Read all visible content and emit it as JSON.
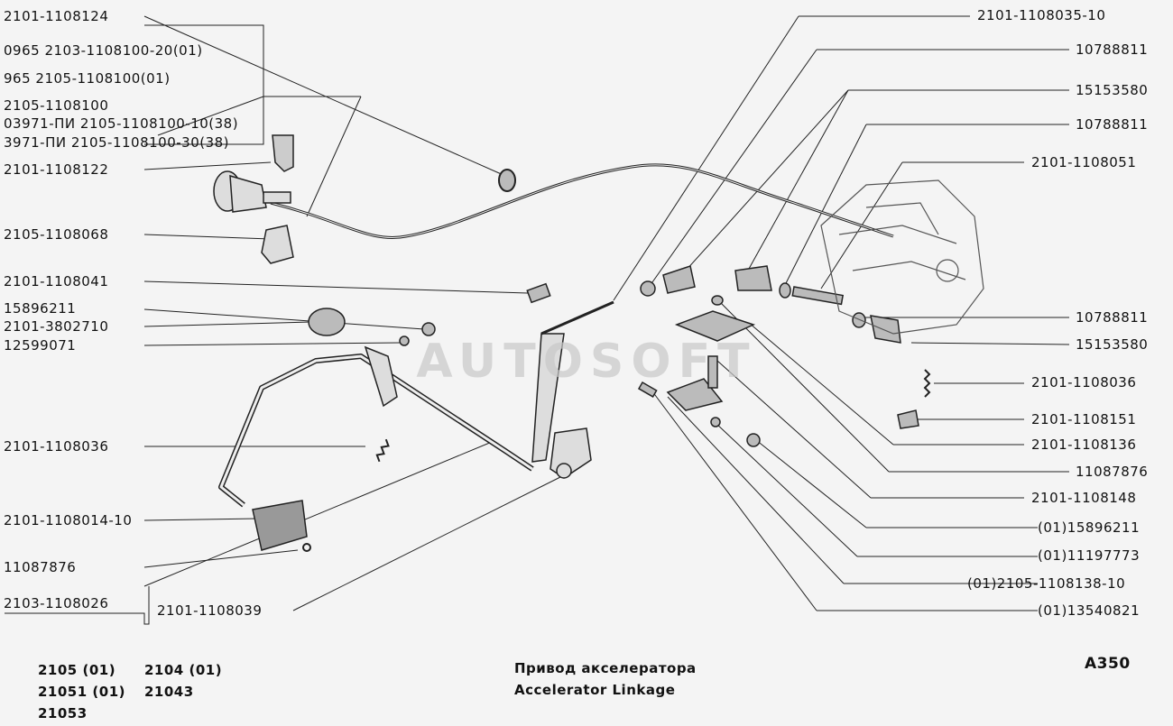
{
  "left_labels": [
    {
      "text": "2101-1108124"
    },
    {
      "text": "0965 2103-1108100-20(01)"
    },
    {
      "text": "965 2105-1108100(01)"
    },
    {
      "text": "2105-1108100"
    },
    {
      "text": "03971-ПИ 2105-1108100-10(38)"
    },
    {
      "text": "3971-ПИ 2105-1108100-30(38)"
    },
    {
      "text": "2101-1108122"
    },
    {
      "text": "2105-1108068"
    },
    {
      "text": "2101-1108041"
    },
    {
      "text": "15896211"
    },
    {
      "text": "2101-3802710"
    },
    {
      "text": "12599071"
    },
    {
      "text": "2101-1108036"
    },
    {
      "text": "2101-1108014-10"
    },
    {
      "text": "11087876"
    },
    {
      "text": "2103-1108026"
    },
    {
      "text": "2101-1108039"
    }
  ],
  "right_labels": [
    {
      "text": "2101-1108035-10"
    },
    {
      "text": "10788811"
    },
    {
      "text": "15153580"
    },
    {
      "text": "10788811"
    },
    {
      "text": "2101-1108051"
    },
    {
      "text": "10788811"
    },
    {
      "text": "15153580"
    },
    {
      "text": "2101-1108036"
    },
    {
      "text": "2101-1108151"
    },
    {
      "text": "2101-1108136"
    },
    {
      "text": "11087876"
    },
    {
      "text": "2101-1108148"
    },
    {
      "text": "(01)15896211"
    },
    {
      "text": "(01)11197773"
    },
    {
      "text": "(01)2105-1108138-10"
    },
    {
      "text": "(01)13540821"
    }
  ],
  "models": {
    "row1a": "2105  (01)",
    "row1b": "2104 (01)",
    "row2a": "21051 (01)",
    "row2b": "21043",
    "row3a": "21053"
  },
  "title_ru": "Привод акселератора",
  "title_en": "Accelerator Linkage",
  "page_code": "А350",
  "watermark": "AUTOSOFT"
}
